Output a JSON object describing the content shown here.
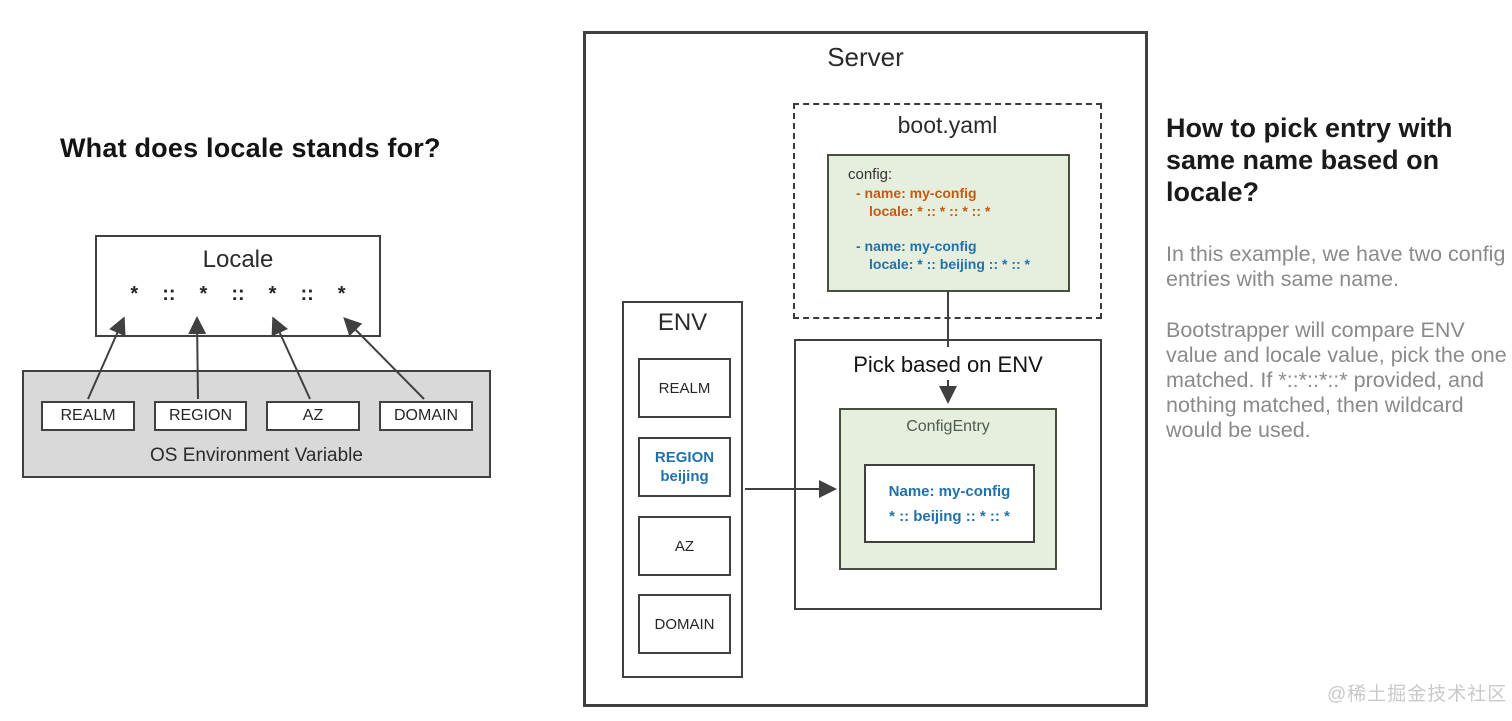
{
  "colors": {
    "orange": "#c55a11",
    "blue": "#1f72ad",
    "green": "#e6eedd",
    "gray": "#d9d9d9",
    "line": "#404040",
    "muted": "#8a8a8a",
    "watermark": "#c9c9c9"
  },
  "left_panel": {
    "title": "What does locale stands for?",
    "locale_box": {
      "title": "Locale",
      "pattern": [
        "*",
        "::",
        "*",
        "::",
        "*",
        "::",
        "*"
      ]
    },
    "os_env_box": {
      "label": "OS Environment Variable",
      "items": [
        "REALM",
        "REGION",
        "AZ",
        "DOMAIN"
      ]
    }
  },
  "server_panel": {
    "title": "Server",
    "boot_yaml": {
      "title": "boot.yaml",
      "lines": [
        "config:",
        "- name: my-config",
        "locale: * :: * :: * :: *",
        "- name: my-config",
        "locale: * :: beijing :: * :: *"
      ]
    },
    "env_box": {
      "title": "ENV",
      "items": [
        {
          "label": "REALM",
          "value": ""
        },
        {
          "label": "REGION",
          "value": "beijing"
        },
        {
          "label": "AZ",
          "value": ""
        },
        {
          "label": "DOMAIN",
          "value": ""
        }
      ]
    },
    "pick_box": {
      "title": "Pick based on ENV",
      "config_entry": {
        "title": "ConfigEntry",
        "name": "Name: my-config",
        "locale": "* :: beijing :: * :: *"
      }
    }
  },
  "right_panel": {
    "title": "How to pick entry with same name based on locale?",
    "paragraphs": [
      "In this example, we have two config entries with same name.",
      "Bootstrapper will compare ENV value and locale value, pick the one matched. If *::*::*::* provided, and nothing matched, then wildcard would be used."
    ]
  },
  "watermark": "@稀土掘金技术社区"
}
